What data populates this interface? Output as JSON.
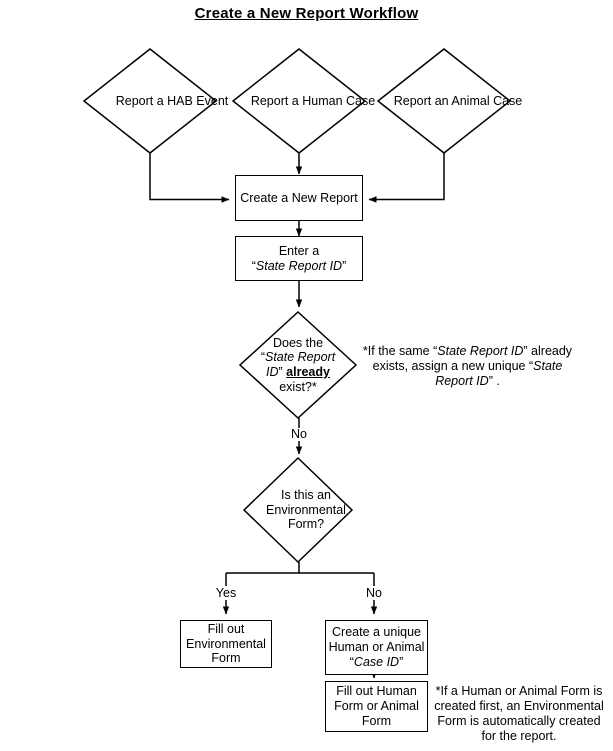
{
  "page": {
    "title": "Create a New Report Workflow",
    "background_color": "#ffffff",
    "line_color": "#000000"
  },
  "flowchart": {
    "type": "flowchart",
    "start_nodes": [
      {
        "id": "hab",
        "shape": "diamond",
        "label": "Report a HAB Event"
      },
      {
        "id": "human",
        "shape": "diamond",
        "label": "Report a Human Case"
      },
      {
        "id": "animal",
        "shape": "diamond",
        "label": "Report an Animal Case"
      }
    ],
    "process_nodes": [
      {
        "id": "create-report",
        "shape": "box",
        "label": "Create a New Report"
      },
      {
        "id": "enter-state-report-id",
        "shape": "box",
        "line1": "Enter a",
        "quoted_italic": "State Report ID"
      },
      {
        "id": "fill-environmental-form",
        "shape": "box",
        "label": "Fill out Environmental Form"
      },
      {
        "id": "create-case-id",
        "shape": "box",
        "line1": "Create a unique",
        "line2": "Human or Animal",
        "quoted_italic": "Case ID"
      },
      {
        "id": "fill-human-animal-form",
        "shape": "box",
        "label": "Fill out Human Form or Animal Form"
      }
    ],
    "decision_nodes": [
      {
        "id": "does-id-exist",
        "shape": "diamond",
        "line1": "Does the",
        "quoted_italic": "State Report",
        "italic_cont": "ID",
        "emphasis": "already",
        "line4": "exist?*"
      },
      {
        "id": "is-environmental-form",
        "shape": "diamond",
        "label": "Is this an Environmental Form?"
      }
    ],
    "edge_labels": [
      {
        "id": "no-after-id-check",
        "text": "No"
      },
      {
        "id": "yes-environmental",
        "text": "Yes"
      },
      {
        "id": "no-environmental",
        "text": "No"
      }
    ],
    "notes": [
      {
        "id": "state-report-id-note",
        "seg1": "*If the same “",
        "italic1": "State Report ID",
        "seg2": "” already exists, assign a new unique “",
        "italic2": "State Report ID",
        "seg3": "” ."
      },
      {
        "id": "environmental-auto-note",
        "text": "*If a Human or Animal Form is created first, an Environmental Form is automatically created for the report."
      }
    ]
  }
}
